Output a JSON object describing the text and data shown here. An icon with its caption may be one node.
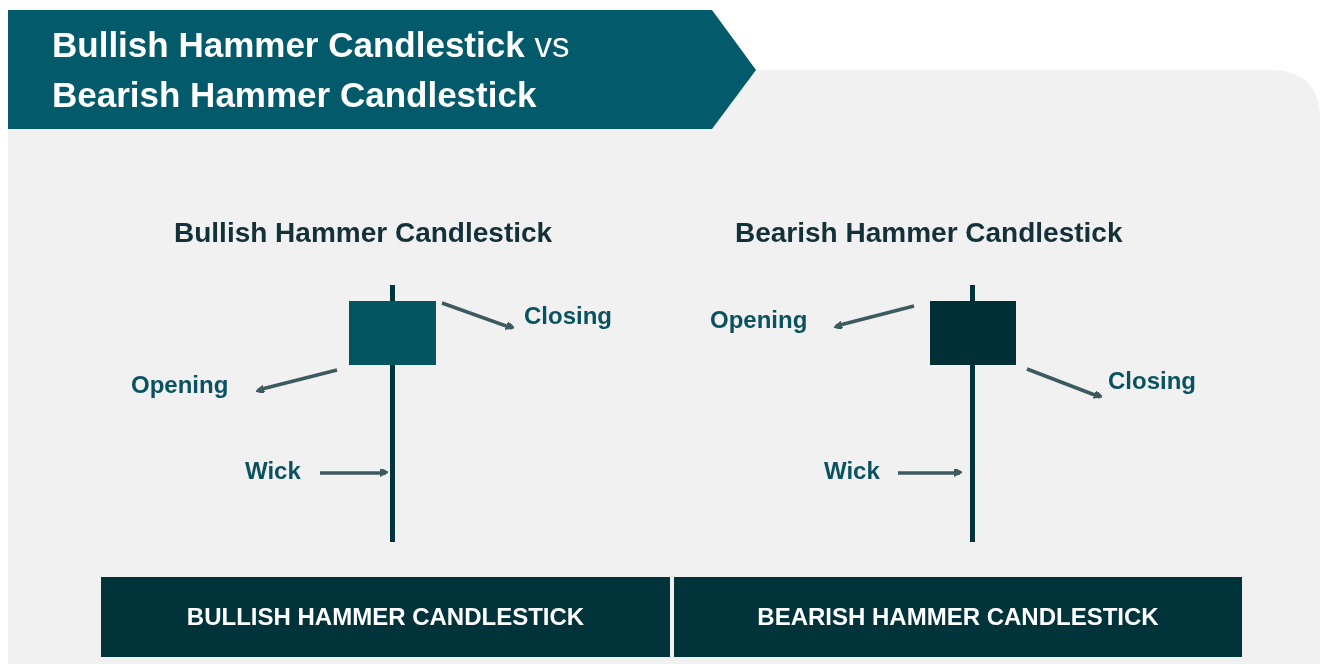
{
  "diagram": {
    "title": "**Bullish Hammer Candlestick** vs **Bearish Hammer Candlestick**",
    "nodes": [
      {
        "text": [],
        "shape": "box"
      },
      {
        "text": [],
        "shape": "bar"
      },
      {
        "text": [
          "Closing"
        ]
      },
      {
        "text": [
          "Opening"
        ]
      },
      {
        "text": [
          "Wick"
        ]
      },
      {
        "text": [],
        "shape": "box"
      },
      {
        "text": [],
        "shape": "bar"
      },
      {
        "text": [
          "Opening"
        ]
      },
      {
        "text": [
          "Closing"
        ]
      },
      {
        "text": [
          "Wick"
        ]
      }
    ],
    "edges": [
      {
        "from": 0,
        "to": 2,
        "arrow": "to"
      },
      {
        "from": 0,
        "to": 3,
        "arrow": "to"
      },
      {
        "from": 4,
        "to": 1,
        "arrow": "to"
      },
      {
        "from": 5,
        "to": 7,
        "arrow": "to"
      },
      {
        "from": 5,
        "to": 8,
        "arrow": "to"
      },
      {
        "from": 9,
        "to": 6,
        "arrow": "to"
      }
    ],
    "labels": [
      "Bullish Hammer Candlestick",
      "Bearish Hammer Candlestick",
      "BULLISH HAMMER CANDLESTICK",
      "BEARISH HAMMER CANDLESTICK"
    ]
  }
}
